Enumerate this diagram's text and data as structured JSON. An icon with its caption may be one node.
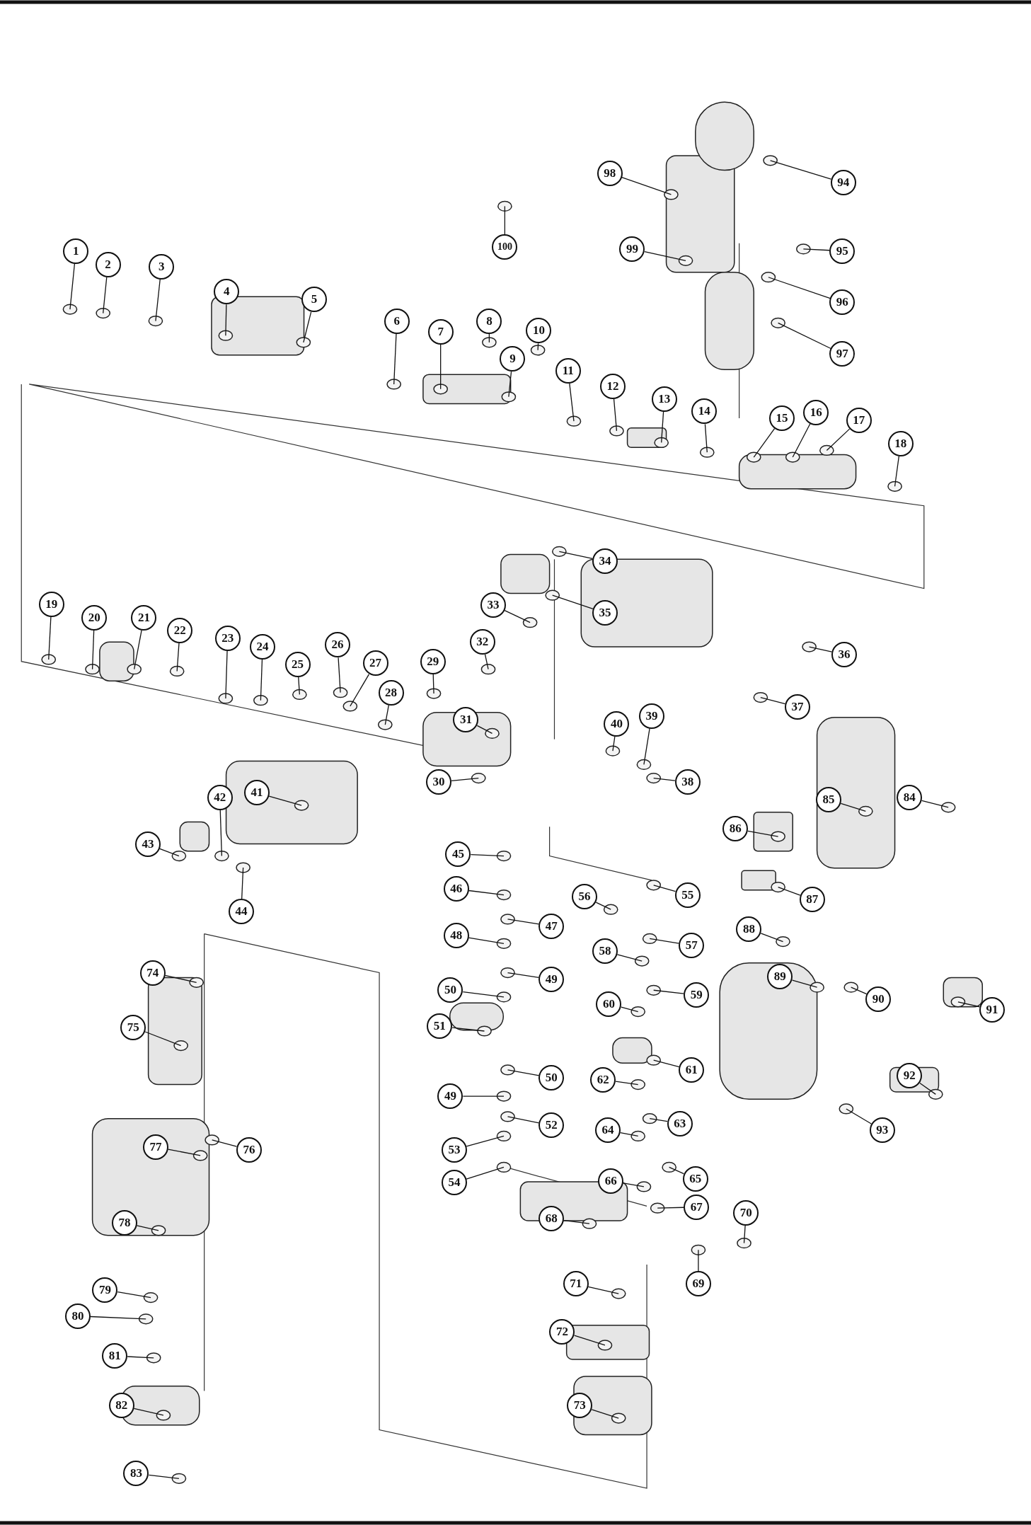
{
  "diagram": {
    "nodes": [
      {
        "text": [
          "1"
        ]
      },
      {
        "text": [
          "2"
        ]
      },
      {
        "text": [
          "3"
        ]
      },
      {
        "text": [
          "4"
        ]
      },
      {
        "text": [
          "5"
        ]
      },
      {
        "text": [
          "6"
        ]
      },
      {
        "text": [
          "7"
        ]
      },
      {
        "text": [
          "8"
        ]
      },
      {
        "text": [
          "9"
        ]
      },
      {
        "text": [
          "10"
        ]
      },
      {
        "text": [
          "11"
        ]
      },
      {
        "text": [
          "12"
        ]
      },
      {
        "text": [
          "13"
        ]
      },
      {
        "text": [
          "14"
        ]
      },
      {
        "text": [
          "15"
        ]
      },
      {
        "text": [
          "16"
        ]
      },
      {
        "text": [
          "17"
        ]
      },
      {
        "text": [
          "18"
        ]
      },
      {
        "text": [
          "19"
        ]
      },
      {
        "text": [
          "20"
        ]
      },
      {
        "text": [
          "21"
        ]
      },
      {
        "text": [
          "22"
        ]
      },
      {
        "text": [
          "23"
        ]
      },
      {
        "text": [
          "24"
        ]
      },
      {
        "text": [
          "25"
        ]
      },
      {
        "text": [
          "26"
        ]
      },
      {
        "text": [
          "27"
        ]
      },
      {
        "text": [
          "28"
        ]
      },
      {
        "text": [
          "29"
        ]
      },
      {
        "text": [
          "30"
        ]
      },
      {
        "text": [
          "31"
        ]
      },
      {
        "text": [
          "32"
        ]
      },
      {
        "text": [
          "33"
        ]
      },
      {
        "text": [
          "34"
        ]
      },
      {
        "text": [
          "35"
        ]
      },
      {
        "text": [
          "36"
        ]
      },
      {
        "text": [
          "37"
        ]
      },
      {
        "text": [
          "38"
        ]
      },
      {
        "text": [
          "39"
        ]
      },
      {
        "text": [
          "40"
        ]
      },
      {
        "text": [
          "41"
        ]
      },
      {
        "text": [
          "42"
        ]
      },
      {
        "text": [
          "43"
        ]
      },
      {
        "text": [
          "44"
        ]
      },
      {
        "text": [
          "45"
        ]
      },
      {
        "text": [
          "46"
        ]
      },
      {
        "text": [
          "47"
        ]
      },
      {
        "text": [
          "48"
        ]
      },
      {
        "text": [
          "49"
        ]
      },
      {
        "text": [
          "50"
        ]
      },
      {
        "text": [
          "51"
        ]
      },
      {
        "text": [
          "50"
        ]
      },
      {
        "text": [
          "49"
        ]
      },
      {
        "text": [
          "52"
        ]
      },
      {
        "text": [
          "53"
        ]
      },
      {
        "text": [
          "54"
        ]
      },
      {
        "text": [
          "55"
        ]
      },
      {
        "text": [
          "56"
        ]
      },
      {
        "text": [
          "57"
        ]
      },
      {
        "text": [
          "58"
        ]
      },
      {
        "text": [
          "59"
        ]
      },
      {
        "text": [
          "60"
        ]
      },
      {
        "text": [
          "61"
        ]
      },
      {
        "text": [
          "62"
        ]
      },
      {
        "text": [
          "63"
        ]
      },
      {
        "text": [
          "64"
        ]
      },
      {
        "text": [
          "65"
        ]
      },
      {
        "text": [
          "66"
        ]
      },
      {
        "text": [
          "67"
        ]
      },
      {
        "text": [
          "68"
        ]
      },
      {
        "text": [
          "69"
        ]
      },
      {
        "text": [
          "70"
        ]
      },
      {
        "text": [
          "71"
        ]
      },
      {
        "text": [
          "72"
        ]
      },
      {
        "text": [
          "73"
        ]
      },
      {
        "text": [
          "74"
        ]
      },
      {
        "text": [
          "75"
        ]
      },
      {
        "text": [
          "76"
        ]
      },
      {
        "text": [
          "77"
        ]
      },
      {
        "text": [
          "78"
        ]
      },
      {
        "text": [
          "79"
        ]
      },
      {
        "text": [
          "80"
        ]
      },
      {
        "text": [
          "81"
        ]
      },
      {
        "text": [
          "82"
        ]
      },
      {
        "text": [
          "83"
        ]
      },
      {
        "text": [
          "84"
        ]
      },
      {
        "text": [
          "85"
        ]
      },
      {
        "text": [
          "86"
        ]
      },
      {
        "text": [
          "87"
        ]
      },
      {
        "text": [
          "88"
        ]
      },
      {
        "text": [
          "89"
        ]
      },
      {
        "text": [
          "90"
        ]
      },
      {
        "text": [
          "91"
        ]
      },
      {
        "text": [
          "92"
        ]
      },
      {
        "text": [
          "93"
        ]
      },
      {
        "text": [
          "94"
        ]
      },
      {
        "text": [
          "95"
        ]
      },
      {
        "text": [
          "96"
        ]
      },
      {
        "text": [
          "97"
        ]
      },
      {
        "text": [
          "98"
        ]
      },
      {
        "text": [
          "99"
        ]
      },
      {
        "text": [
          "100"
        ]
      }
    ],
    "edges": [
      {
        "from": 0,
        "to": null,
        "arrow": "none"
      },
      {
        "from": 1,
        "to": null,
        "arrow": "none"
      },
      {
        "from": 2,
        "to": null,
        "arrow": "none"
      },
      {
        "from": 3,
        "to": null,
        "arrow": "none"
      },
      {
        "from": 4,
        "to": null,
        "arrow": "none"
      },
      {
        "from": 5,
        "to": null,
        "arrow": "none"
      },
      {
        "from": 6,
        "to": null,
        "arrow": "none"
      },
      {
        "from": 7,
        "to": null,
        "arrow": "none"
      },
      {
        "from": 8,
        "to": null,
        "arrow": "none"
      },
      {
        "from": 9,
        "to": null,
        "arrow": "none"
      },
      {
        "from": 10,
        "to": null,
        "arrow": "none"
      },
      {
        "from": 11,
        "to": null,
        "arrow": "none"
      },
      {
        "from": 12,
        "to": null,
        "arrow": "none"
      },
      {
        "from": 13,
        "to": null,
        "arrow": "none"
      },
      {
        "from": 14,
        "to": null,
        "arrow": "none"
      },
      {
        "from": 15,
        "to": null,
        "arrow": "none"
      },
      {
        "from": 16,
        "to": null,
        "arrow": "none"
      },
      {
        "from": 17,
        "to": null,
        "arrow": "none"
      },
      {
        "from": 18,
        "to": null,
        "arrow": "none"
      },
      {
        "from": 19,
        "to": null,
        "arrow": "none"
      },
      {
        "from": 20,
        "to": null,
        "arrow": "none"
      },
      {
        "from": 21,
        "to": null,
        "arrow": "none"
      },
      {
        "from": 22,
        "to": null,
        "arrow": "none"
      },
      {
        "from": 23,
        "to": null,
        "arrow": "none"
      },
      {
        "from": 24,
        "to": null,
        "arrow": "none"
      },
      {
        "from": 25,
        "to": null,
        "arrow": "none"
      },
      {
        "from": 26,
        "to": null,
        "arrow": "none"
      },
      {
        "from": 27,
        "to": null,
        "arrow": "none"
      },
      {
        "from": 28,
        "to": null,
        "arrow": "none"
      },
      {
        "from": 29,
        "to": null,
        "arrow": "none"
      },
      {
        "from": 30,
        "to": null,
        "arrow": "none"
      },
      {
        "from": 31,
        "to": null,
        "arrow": "none"
      },
      {
        "from": 32,
        "to": null,
        "arrow": "none"
      },
      {
        "from": 33,
        "to": null,
        "arrow": "none"
      },
      {
        "from": 34,
        "to": null,
        "arrow": "none"
      },
      {
        "from": 35,
        "to": null,
        "arrow": "none"
      },
      {
        "from": 36,
        "to": null,
        "arrow": "none"
      },
      {
        "from": 37,
        "to": null,
        "arrow": "none"
      },
      {
        "from": 38,
        "to": null,
        "arrow": "none"
      },
      {
        "from": 39,
        "to": null,
        "arrow": "none"
      },
      {
        "from": 40,
        "to": null,
        "arrow": "none"
      },
      {
        "from": 41,
        "to": null,
        "arrow": "none"
      },
      {
        "from": 42,
        "to": null,
        "arrow": "none"
      },
      {
        "from": 43,
        "to": null,
        "arrow": "none"
      },
      {
        "from": 44,
        "to": null,
        "arrow": "none"
      },
      {
        "from": 45,
        "to": null,
        "arrow": "none"
      },
      {
        "from": 46,
        "to": null,
        "arrow": "none"
      },
      {
        "from": 47,
        "to": null,
        "arrow": "none"
      },
      {
        "from": 48,
        "to": null,
        "arrow": "none"
      },
      {
        "from": 49,
        "to": null,
        "arrow": "none"
      },
      {
        "from": 50,
        "to": null,
        "arrow": "none"
      },
      {
        "from": 51,
        "to": null,
        "arrow": "none"
      },
      {
        "from": 52,
        "to": null,
        "arrow": "none"
      },
      {
        "from": 53,
        "to": null,
        "arrow": "none"
      },
      {
        "from": 54,
        "to": null,
        "arrow": "none"
      },
      {
        "from": 55,
        "to": null,
        "arrow": "none"
      },
      {
        "from": 56,
        "to": null,
        "arrow": "none"
      },
      {
        "from": 57,
        "to": null,
        "arrow": "none"
      },
      {
        "from": 58,
        "to": null,
        "arrow": "none"
      },
      {
        "from": 59,
        "to": null,
        "arrow": "none"
      },
      {
        "from": 60,
        "to": null,
        "arrow": "none"
      },
      {
        "from": 61,
        "to": null,
        "arrow": "none"
      },
      {
        "from": 62,
        "to": null,
        "arrow": "none"
      },
      {
        "from": 63,
        "to": null,
        "arrow": "none"
      },
      {
        "from": 64,
        "to": null,
        "arrow": "none"
      },
      {
        "from": 65,
        "to": null,
        "arrow": "none"
      },
      {
        "from": 66,
        "to": null,
        "arrow": "none"
      },
      {
        "from": 67,
        "to": null,
        "arrow": "none"
      },
      {
        "from": 68,
        "to": null,
        "arrow": "none"
      },
      {
        "from": 69,
        "to": null,
        "arrow": "none"
      },
      {
        "from": 70,
        "to": null,
        "arrow": "none"
      },
      {
        "from": 71,
        "to": null,
        "arrow": "none"
      },
      {
        "from": 72,
        "to": null,
        "arrow": "none"
      },
      {
        "from": 73,
        "to": null,
        "arrow": "none"
      },
      {
        "from": 74,
        "to": null,
        "arrow": "none"
      },
      {
        "from": 75,
        "to": null,
        "arrow": "none"
      },
      {
        "from": 76,
        "to": null,
        "arrow": "none"
      },
      {
        "from": 77,
        "to": null,
        "arrow": "none"
      },
      {
        "from": 78,
        "to": null,
        "arrow": "none"
      },
      {
        "from": 79,
        "to": null,
        "arrow": "none"
      },
      {
        "from": 80,
        "to": null,
        "arrow": "none"
      },
      {
        "from": 81,
        "to": null,
        "arrow": "none"
      },
      {
        "from": 82,
        "to": null,
        "arrow": "none"
      },
      {
        "from": 83,
        "to": null,
        "arrow": "none"
      },
      {
        "from": 84,
        "to": null,
        "arrow": "none"
      },
      {
        "from": 85,
        "to": null,
        "arrow": "none"
      },
      {
        "from": 86,
        "to": null,
        "arrow": "none"
      },
      {
        "from": 87,
        "to": null,
        "arrow": "none"
      },
      {
        "from": 88,
        "to": null,
        "arrow": "none"
      },
      {
        "from": 89,
        "to": null,
        "arrow": "none"
      },
      {
        "from": 90,
        "to": null,
        "arrow": "none"
      },
      {
        "from": 91,
        "to": null,
        "arrow": "none"
      },
      {
        "from": 92,
        "to": null,
        "arrow": "none"
      },
      {
        "from": 93,
        "to": null,
        "arrow": "none"
      },
      {
        "from": 94,
        "to": null,
        "arrow": "none"
      },
      {
        "from": 95,
        "to": null,
        "arrow": "none"
      },
      {
        "from": 96,
        "to": null,
        "arrow": "none"
      },
      {
        "from": 97,
        "to": null,
        "arrow": "none"
      },
      {
        "from": 98,
        "to": null,
        "arrow": "none"
      },
      {
        "from": 99,
        "to": null,
        "arrow": "none"
      },
      {
        "from": 100,
        "to": null,
        "arrow": "none"
      },
      {
        "from": 101,
        "to": null,
        "arrow": "none"
      }
    ]
  }
}
